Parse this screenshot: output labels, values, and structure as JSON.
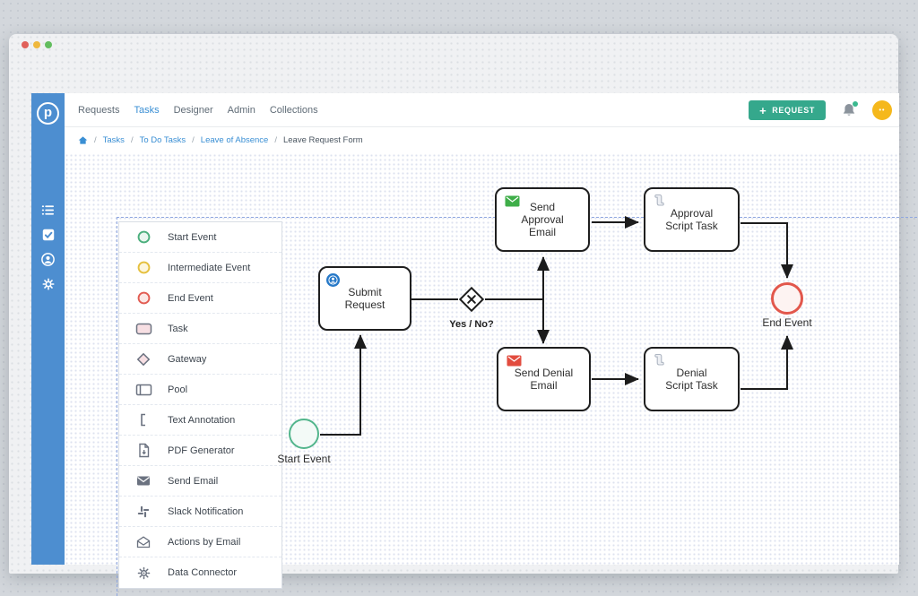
{
  "window": {
    "traffic_lights": {
      "close": "#e0605a",
      "minimize": "#efb83e",
      "zoom": "#62bd5e"
    }
  },
  "sidebar": {
    "logo": "p",
    "icons": [
      "list",
      "tasks-checkbox",
      "user",
      "settings-gear"
    ]
  },
  "nav": {
    "items": [
      {
        "label": "Requests",
        "active": false
      },
      {
        "label": "Tasks",
        "active": true
      },
      {
        "label": "Designer",
        "active": false
      },
      {
        "label": "Admin",
        "active": false
      },
      {
        "label": "Collections",
        "active": false
      }
    ]
  },
  "header": {
    "request_button": {
      "plus": "+",
      "label": "REQUEST",
      "color": "#35a88c"
    },
    "bell_badge_color": "#3bb98f",
    "avatar_glyph": "••",
    "avatar_color": "#f5b81c"
  },
  "breadcrumb": {
    "separator": "/",
    "items": [
      {
        "label": "Tasks",
        "link": true
      },
      {
        "label": "To Do Tasks",
        "link": true
      },
      {
        "label": "Leave of Absence",
        "link": true
      },
      {
        "label": "Leave Request Form",
        "link": false
      }
    ]
  },
  "palette": {
    "items": [
      {
        "icon": "start-event-circle",
        "label": "Start Event"
      },
      {
        "icon": "intermediate-event-circle",
        "label": "Intermediate Event"
      },
      {
        "icon": "end-event-circle",
        "label": "End Event"
      },
      {
        "icon": "task-rect",
        "label": "Task"
      },
      {
        "icon": "gateway-diamond",
        "label": "Gateway"
      },
      {
        "icon": "pool",
        "label": "Pool"
      },
      {
        "icon": "text-annotation-bracket",
        "label": "Text Annotation"
      },
      {
        "icon": "pdf-generator",
        "label": "PDF Generator"
      },
      {
        "icon": "send-email-envelope",
        "label": "Send Email"
      },
      {
        "icon": "slack-hash",
        "label": "Slack Notification"
      },
      {
        "icon": "actions-by-email-envelope",
        "label": "Actions by Email"
      },
      {
        "icon": "data-connector-gear",
        "label": "Data Connector"
      }
    ]
  },
  "diagram": {
    "nodes": {
      "start_event": {
        "label": "Start Event",
        "type": "start-event"
      },
      "submit_request": {
        "label": "Submit Request",
        "type": "user-task"
      },
      "gateway": {
        "label": "Yes / No?",
        "type": "exclusive-gateway"
      },
      "send_approval_email": {
        "label": "Send Approval Email",
        "type": "send-email-task"
      },
      "approval_script_task": {
        "label": "Approval Script Task",
        "type": "script-task"
      },
      "send_denial_email": {
        "label": "Send Denial Email",
        "type": "send-email-task"
      },
      "denial_script_task": {
        "label": "Denial Script Task",
        "type": "script-task"
      },
      "end_event": {
        "label": "End Event",
        "type": "end-event"
      }
    },
    "colors": {
      "start_event_border": "#52b58c",
      "end_event_border": "#e2574c",
      "user_task_badge": "#2779c8",
      "approval_email_badge": "#3fae49",
      "denial_email_badge": "#e24c3f",
      "flow_stroke": "#1c1c1c"
    }
  }
}
